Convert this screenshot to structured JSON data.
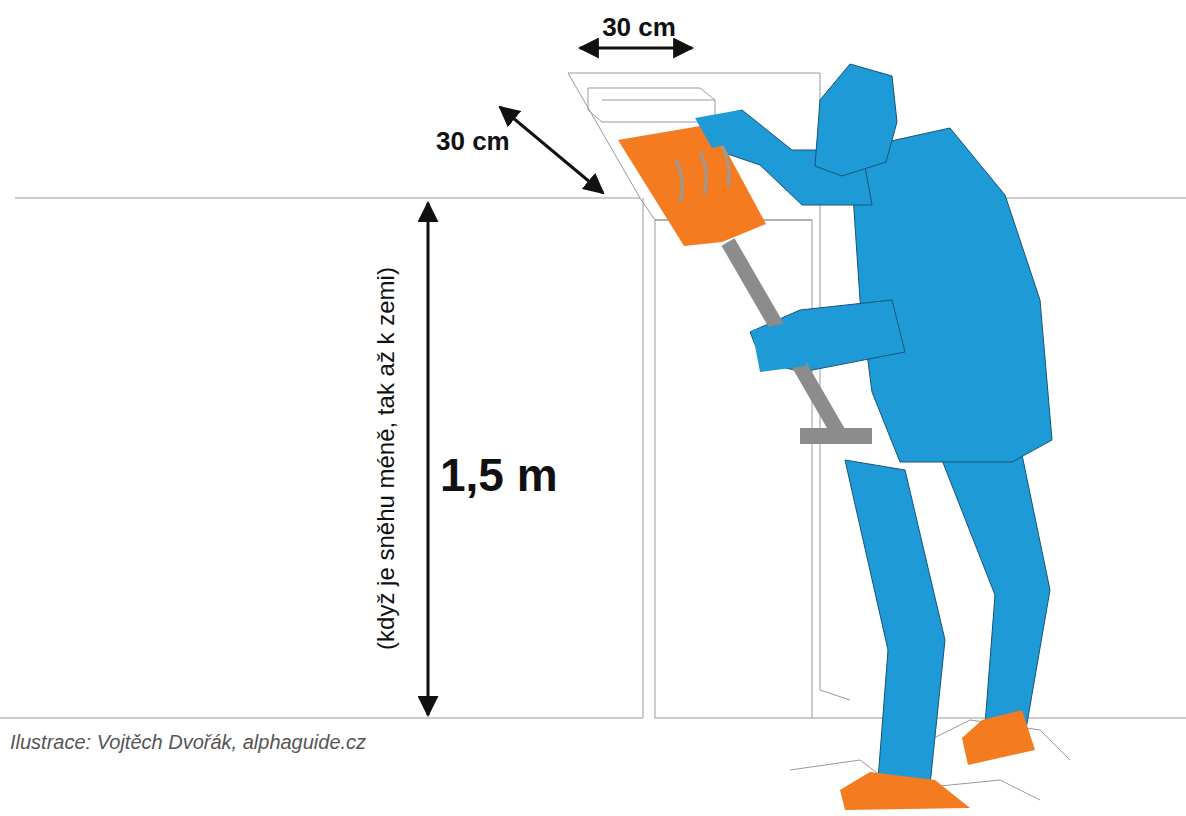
{
  "diagram": {
    "caption": "Ilustrace: Vojtěch Dvořák, alphaguide.cz",
    "labels": [
      "30 cm",
      "30 cm",
      "(když je sněhu méně, tak až k zemi)",
      "1,5 m"
    ]
  }
}
